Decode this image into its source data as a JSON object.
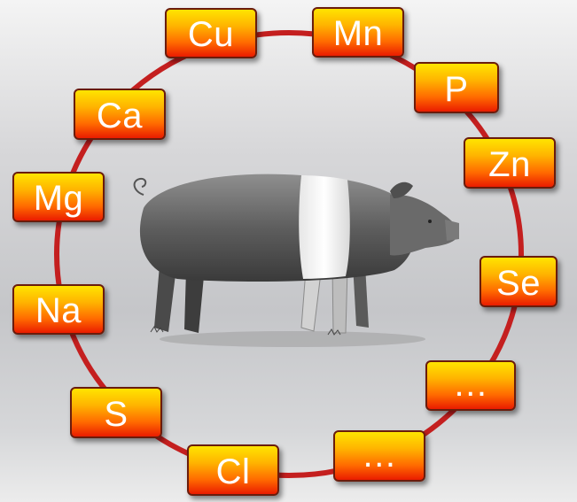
{
  "diagram": {
    "ring_color": "#c41f1f",
    "box_gradient": [
      "#ffe400",
      "#ffb300",
      "#ff6a00",
      "#ea1c00"
    ],
    "elements": [
      {
        "label": "Cu"
      },
      {
        "label": "Mn"
      },
      {
        "label": "P"
      },
      {
        "label": "Zn"
      },
      {
        "label": "Se"
      },
      {
        "label": "…"
      },
      {
        "label": "…"
      },
      {
        "label": "Cl"
      },
      {
        "label": "S"
      },
      {
        "label": "Na"
      },
      {
        "label": "Mg"
      },
      {
        "label": "Ca"
      }
    ],
    "center_image": "pig-pencil-drawing"
  }
}
